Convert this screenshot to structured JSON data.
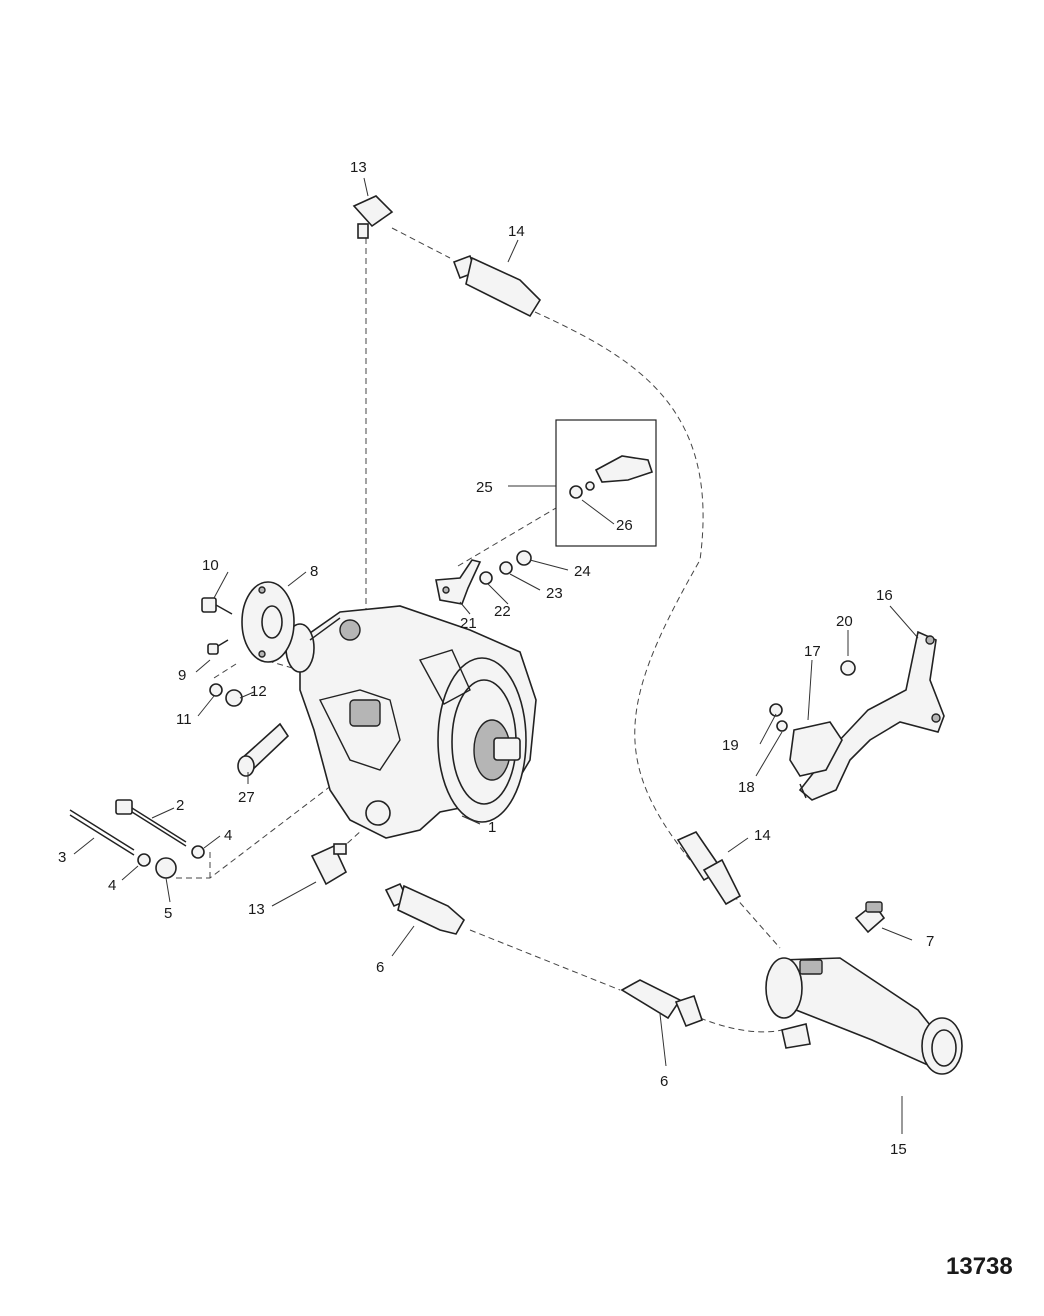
{
  "figure_number": "13738",
  "callouts": {
    "c1": "1",
    "c2": "2",
    "c3": "3",
    "c4a": "4",
    "c4b": "4",
    "c5": "5",
    "c6a": "6",
    "c6b": "6",
    "c7": "7",
    "c8": "8",
    "c9": "9",
    "c10": "10",
    "c11": "11",
    "c12": "12",
    "c13a": "13",
    "c13b": "13",
    "c14a": "14",
    "c14b": "14",
    "c15": "15",
    "c16": "16",
    "c17": "17",
    "c18": "18",
    "c19": "19",
    "c20": "20",
    "c21": "21",
    "c22": "22",
    "c23": "23",
    "c24": "24",
    "c25": "25",
    "c26": "26",
    "c27": "27"
  }
}
